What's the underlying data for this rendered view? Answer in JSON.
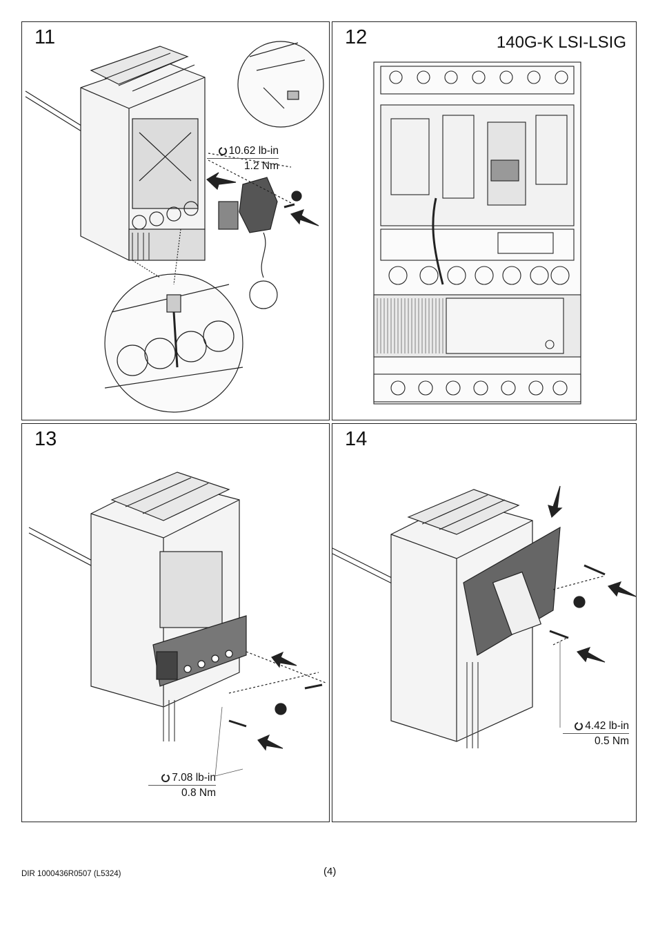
{
  "panels": {
    "p11": {
      "step": "11",
      "torque_lbin": "10.62 lb-in",
      "torque_nm": "1.2 Nm"
    },
    "p12": {
      "step": "12",
      "model": "140G-K LSI-LSIG"
    },
    "p13": {
      "step": "13",
      "torque_lbin": "7.08 lb-in",
      "torque_nm": "0.8 Nm"
    },
    "p14": {
      "step": "14",
      "torque_lbin": "4.42 lb-in",
      "torque_nm": "0.5 Nm"
    }
  },
  "footer": {
    "doc_id": "DIR 1000436R0507 (L5324)",
    "page": "(4)"
  }
}
